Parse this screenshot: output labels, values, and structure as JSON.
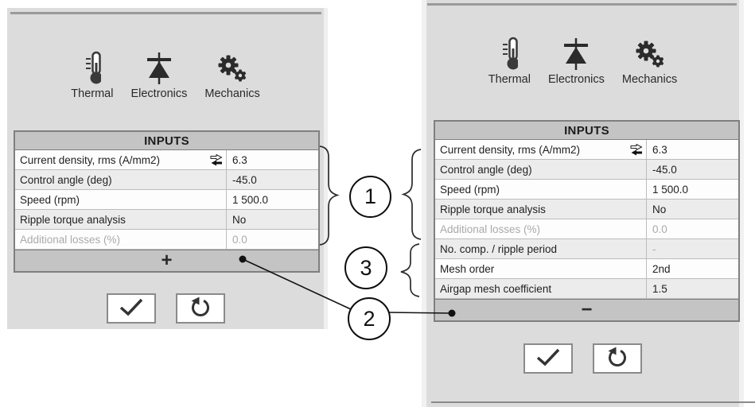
{
  "panels": [
    {
      "id": "collapsed",
      "toolbar": [
        {
          "icon": "thermometer-icon",
          "label": "Thermal"
        },
        {
          "icon": "diode-icon",
          "label": "Electronics"
        },
        {
          "icon": "gears-icon",
          "label": "Mechanics"
        }
      ],
      "table": {
        "title": "INPUTS",
        "rows": [
          {
            "label": "Current density, rms (A/mm2)",
            "value": "6.3"
          },
          {
            "label": "Control angle (deg)",
            "value": "-45.0"
          },
          {
            "label": "Speed (rpm)",
            "value": "1 500.0"
          },
          {
            "label": "Ripple torque analysis",
            "value": "No"
          },
          {
            "label": "Additional losses (%)",
            "value": "0.0"
          }
        ],
        "footer": "+"
      }
    },
    {
      "id": "expanded",
      "toolbar": [
        {
          "icon": "thermometer-icon",
          "label": "Thermal"
        },
        {
          "icon": "diode-icon",
          "label": "Electronics"
        },
        {
          "icon": "gears-icon",
          "label": "Mechanics"
        }
      ],
      "table": {
        "title": "INPUTS",
        "rows": [
          {
            "label": "Current density, rms (A/mm2)",
            "value": "6.3"
          },
          {
            "label": "Control angle (deg)",
            "value": "-45.0"
          },
          {
            "label": "Speed (rpm)",
            "value": "1 500.0"
          },
          {
            "label": "Ripple torque analysis",
            "value": "No"
          },
          {
            "label": "Additional losses (%)",
            "value": "0.0"
          },
          {
            "label": "No. comp. / ripple period",
            "value": "-"
          },
          {
            "label": "Mesh order",
            "value": "2nd"
          },
          {
            "label": "Airgap mesh coefficient",
            "value": "1.5"
          }
        ],
        "footer": "−"
      }
    }
  ],
  "callouts": [
    {
      "label": "1"
    },
    {
      "label": "2"
    },
    {
      "label": "3"
    }
  ],
  "colors": {
    "panel_bg": "#dcdcdc",
    "table_header_bg": "#c4c4c4",
    "row_alt_bg": "#ececec",
    "disabled_text": "#aaaaaa",
    "table_border": "#7f7f7f",
    "divider_line": "#9a9a9a"
  }
}
